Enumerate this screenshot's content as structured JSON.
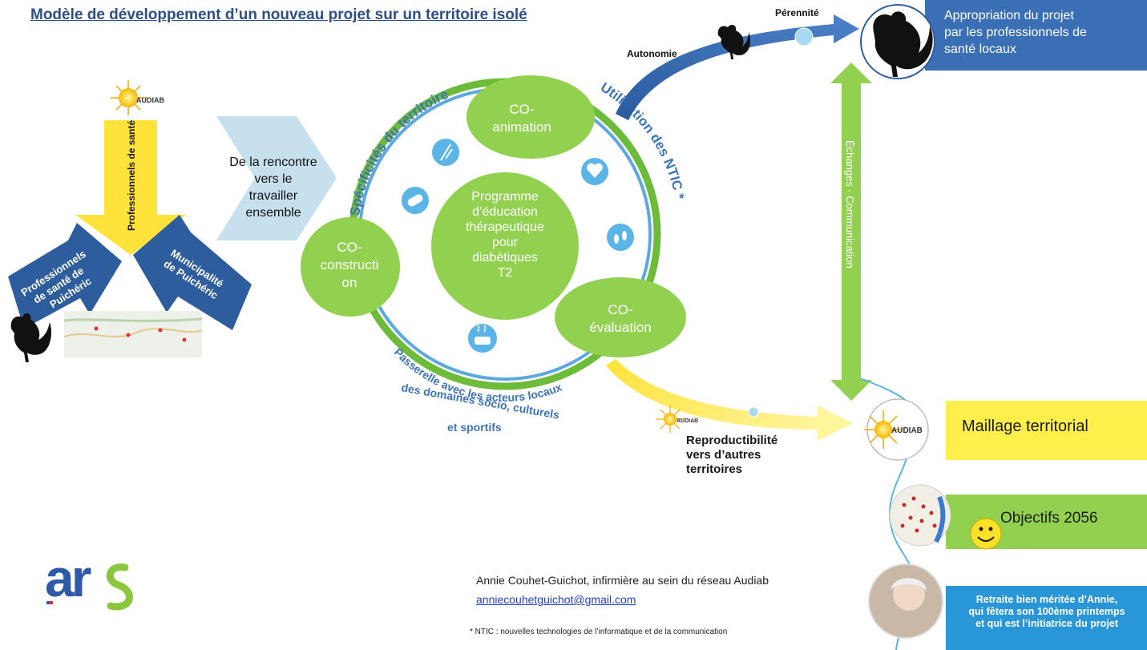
{
  "title": "Modèle de développement d’un nouveau projet sur un territoire isolé",
  "left_arrows": {
    "top_label": "Professionnels de santé",
    "left_label": "Professionnels de santé de Puichéric",
    "right_label": "Municipalité de Puichéric"
  },
  "chevron": {
    "lines": [
      "De la rencontre",
      "vers le",
      "travailler",
      "ensemble"
    ]
  },
  "ring": {
    "top_left_arc": "Spécificités du territoire",
    "top_right_arc": "Utilisation des NTIC *",
    "bottom_arc_line1": "Passerelle avec les acteurs locaux",
    "bottom_arc_line2": "des domaines socio, culturels",
    "bottom_arc_line3": "et sportifs"
  },
  "circles": {
    "center": [
      "Programme",
      "d’éducation",
      "thérapeutique",
      "pour",
      "diabétiques",
      "T2"
    ],
    "co_animation": [
      "CO-",
      "animation"
    ],
    "co_construction": [
      "CO-",
      "constructi",
      "on"
    ],
    "co_evaluation": [
      "CO-",
      "évaluation"
    ]
  },
  "top_arrow": {
    "autonomie": "Autonomie",
    "perennite": "Pérennité"
  },
  "bottom_arrow": {
    "reproductibilite": [
      "Reproductibilité",
      "vers d’autres",
      "territoires"
    ]
  },
  "vertical_arrow_label": "Échanges - Communication",
  "boxes": {
    "appropriation": [
      "Appropriation du projet",
      "par les professionnels de",
      "santé locaux"
    ],
    "maillage": "Maillage territorial",
    "objectifs": "Objectifs 2056",
    "retraite": [
      "Retraite bien méritée d’Annie,",
      "qui fêtera son 100ème printemps",
      "et qui est l’initiatrice du projet"
    ]
  },
  "logos": {
    "audiab": "AUDIAB",
    "ars": "ars"
  },
  "footer": {
    "author": "Annie Couhet-Guichot, infirmière au sein du réseau Audiab",
    "email": "anniecouhetguichot@gmail.com",
    "footnote": "* NTIC : nouvelles technologies de l’informatique et de la communication"
  },
  "colors": {
    "green": "#92d050",
    "blue": "#2e5d9e",
    "yellow": "#ffe23a",
    "title_blue": "#2e4f86",
    "chevron": "#c6e0ee"
  }
}
